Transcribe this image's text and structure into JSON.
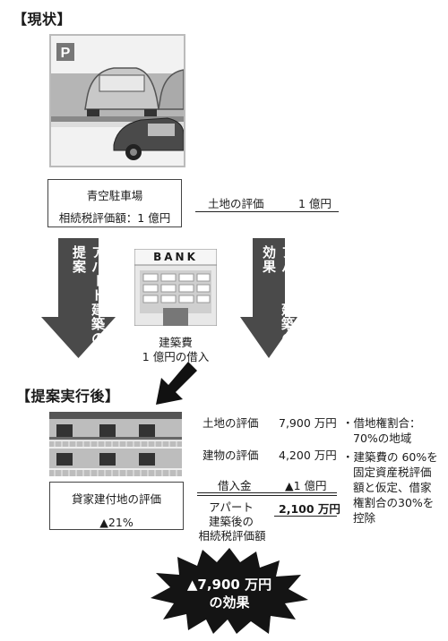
{
  "current": {
    "heading": "【現状】",
    "lot_name": "青空駐車場",
    "lot_value": "相続税評価額：1 億円",
    "land_label": "土地の評価",
    "land_value": "1 億円",
    "parking_sign": "P"
  },
  "arrows": {
    "left": "アパート建築の提案",
    "right": "アパート建築の効果"
  },
  "bank": {
    "sign": "BANK",
    "cost_line1": "建築費",
    "cost_line2": "1 億円の借入"
  },
  "after": {
    "heading": "【提案実行後】",
    "rental_label": "貸家建付地の評価",
    "rental_value": "▲21%",
    "rows": [
      {
        "label": "土地の評価",
        "value": "7,900 万円"
      },
      {
        "label": "建物の評価",
        "value": "4,200 万円"
      },
      {
        "label": "借入金",
        "value": "▲1 億円"
      }
    ],
    "total_label_1": "アパート",
    "total_label_2": "建築後の",
    "total_label_3": "相続税評価額",
    "total_value": "2,100 万円",
    "notes": [
      "・借地権割合：",
      "70%の地域",
      "・建築費の 60%を",
      "固定資産税評価",
      "額と仮定、借家",
      "権割合の30%を",
      "控除"
    ]
  },
  "effect": {
    "line1": "▲7,900 万円",
    "line2": "の効果"
  }
}
